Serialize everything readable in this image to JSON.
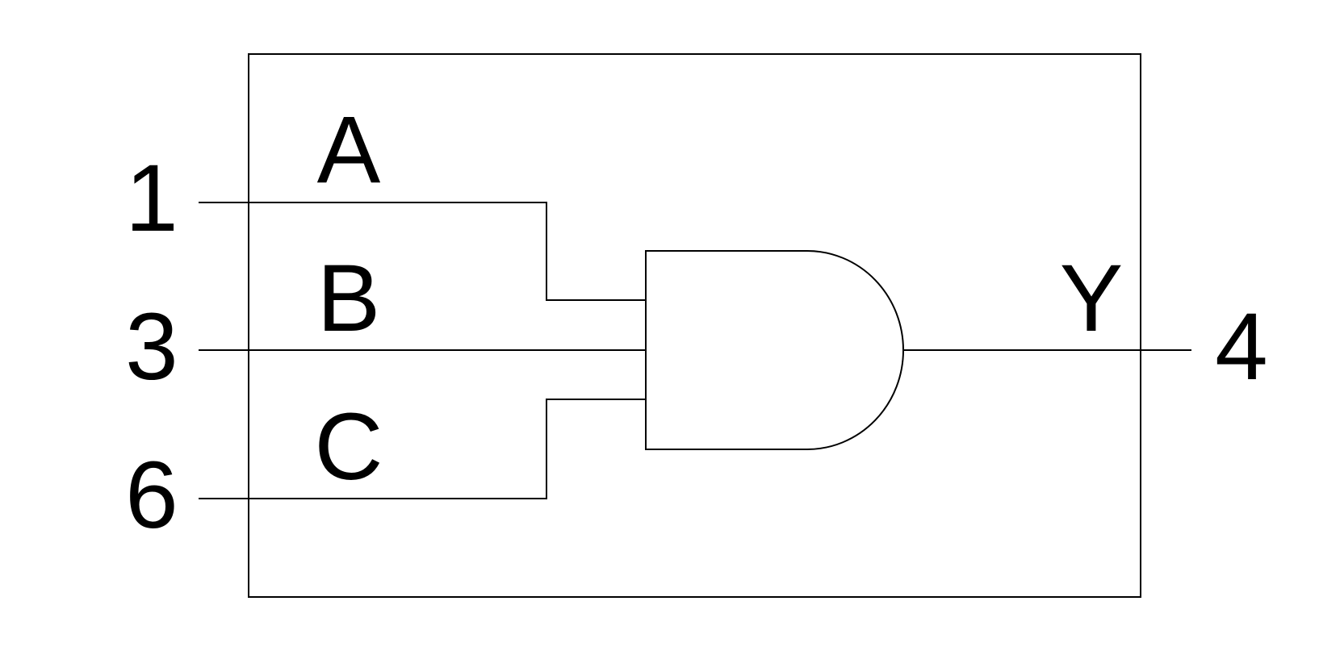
{
  "diagram": {
    "inputs": [
      {
        "pin": "1",
        "name": "A"
      },
      {
        "pin": "3",
        "name": "B"
      },
      {
        "pin": "6",
        "name": "C"
      }
    ],
    "output": {
      "pin": "4",
      "name": "Y"
    },
    "gate": {
      "type": "and-gate"
    },
    "colors": {
      "line": "#000000",
      "background": "#ffffff"
    }
  }
}
